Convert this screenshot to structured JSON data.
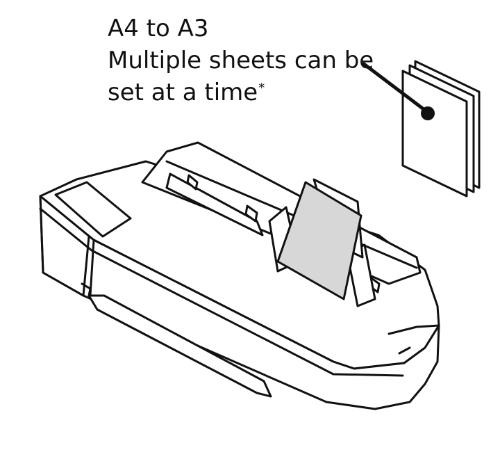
{
  "caption": {
    "size_range": "A4 to A3",
    "line2": "Multiple sheets can be",
    "line3": "set at a time",
    "footnote_mark": "*"
  },
  "icons": {
    "paper_stack": "paper-stack-icon",
    "callout": "callout-leader-line",
    "printer": "large-format-printer-illustration"
  },
  "colors": {
    "line": "#111111",
    "paper_fill": "#d7d7d7",
    "background": "#ffffff"
  }
}
